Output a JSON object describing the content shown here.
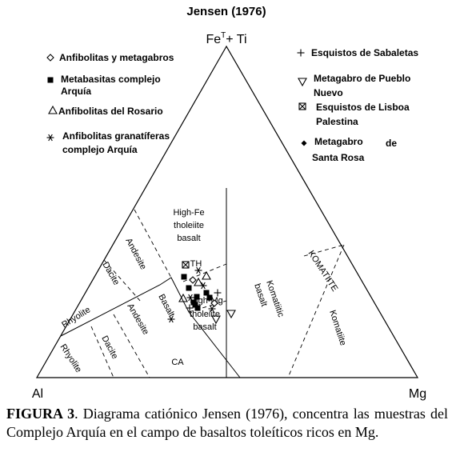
{
  "title": "Jensen (1976)",
  "vertices": {
    "top": "Fe",
    "top_sup": "T",
    "top_rest": "+ Ti",
    "left": "Al",
    "right": "Mg"
  },
  "legend_left": [
    {
      "symbol": "diamond-open",
      "label": "Anfibolitas y metagabros"
    },
    {
      "symbol": "square-filled",
      "label": "Metabasitas complejo",
      "label2": "Arquía"
    },
    {
      "symbol": "triangle-open",
      "label": "Anfibolitas del Rosario"
    },
    {
      "symbol": "asterisk",
      "label": "Anfibolitas granatíferas",
      "label2": "complejo Arquía"
    }
  ],
  "legend_right": [
    {
      "symbol": "plus",
      "label": "Esquistos de Sabaletas"
    },
    {
      "symbol": "triangle-down-open",
      "label": "Metagabro de Pueblo",
      "label2": "Nuevo"
    },
    {
      "symbol": "square-x",
      "label": "Esquistos de Lisboa",
      "label2": "Palestina"
    },
    {
      "symbol": "diamond-filled",
      "label": "Metagabro",
      "label_b": "de",
      "label2": "Santa Rosa"
    }
  ],
  "fields": {
    "highfe": [
      "High-Fe",
      "tholeiite",
      "basalt"
    ],
    "th": "TH",
    "highmg": [
      "High-Mg",
      "tholeiite",
      "basalt"
    ],
    "komatiitic": [
      "Komatiitic",
      "basalt"
    ],
    "komatiite_upper": "KOMATIITE",
    "komatiite": "Komatiite",
    "andesite_upper": "Andesite",
    "dacite_upper": "Dacite",
    "rhyolite_upper": "Rhyolite",
    "rhyolite_lower": "Rhyolite",
    "dacite_lower": "Dacite",
    "andesite_lower": "Andesite",
    "basalt": "Basalt",
    "ca": "CA"
  },
  "caption": {
    "label": "FIGURA 3",
    "text": ". Diagrama catiónico Jensen (1976), concentra las muestras del Complejo Arquía  en el campo de basaltos toleíticos ricos en Mg."
  }
}
